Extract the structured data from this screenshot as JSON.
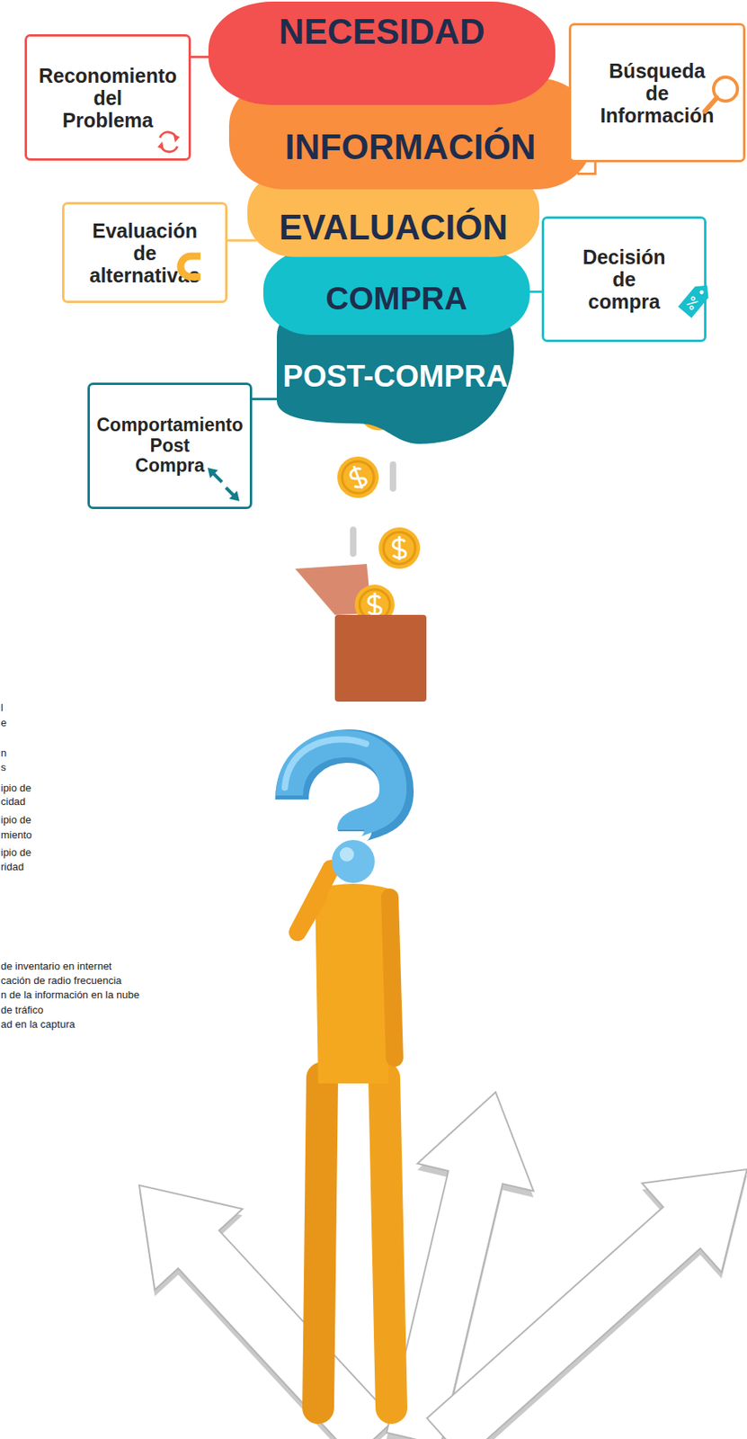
{
  "diagram": {
    "nodes": [
      {
        "text": [
          "Reconomiento del Problema"
        ]
      },
      {
        "text": [
          "NECESIDAD"
        ]
      },
      {
        "text": [
          "Búsqueda de Información"
        ]
      },
      {
        "text": [
          "INFORMACIÓN"
        ]
      },
      {
        "text": [
          "Evaluación de alternativas"
        ]
      },
      {
        "text": [
          "EVALUACIÓN"
        ]
      },
      {
        "text": [
          "COMPRA"
        ]
      },
      {
        "text": [
          "Decisión de compra"
        ]
      },
      {
        "text": [
          "POST-COMPRA"
        ]
      },
      {
        "text": [
          "Comportamiento Post Compra"
        ]
      }
    ],
    "edges": [
      {
        "from": 0,
        "to": 1,
        "arrow": "none"
      },
      {
        "from": 2,
        "to": 3,
        "arrow": "none"
      },
      {
        "from": 4,
        "to": 5,
        "arrow": "none"
      },
      {
        "from": 7,
        "to": 6,
        "arrow": "none"
      },
      {
        "from": 9,
        "to": 8,
        "arrow": "none"
      }
    ],
    "labels": [
      "l",
      "e",
      "n",
      "s",
      "ipio de",
      "cidad",
      "ipio de",
      "miento",
      "ipio de",
      "ridad",
      "de inventario en internet",
      "cación de radio frecuencia",
      "n de la información en la nube",
      "de tráfico",
      "ad en la captura"
    ]
  }
}
